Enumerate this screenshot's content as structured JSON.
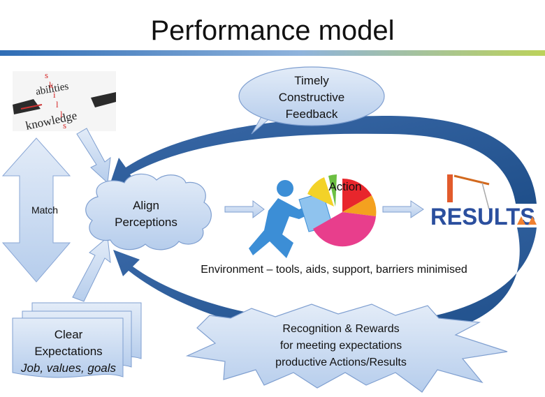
{
  "title": "Performance model",
  "skills_image": {
    "words": [
      "abilities",
      "knowledge",
      "skills"
    ]
  },
  "match": {
    "label": "Match"
  },
  "align": {
    "lines": [
      "Align",
      "Perceptions"
    ]
  },
  "feedback": {
    "lines": [
      "Timely",
      "Constructive",
      "Feedback"
    ]
  },
  "action": {
    "label": "Action"
  },
  "results": {
    "label": "RESULTS"
  },
  "environment": {
    "text": "Environment – tools, aids, support, barriers minimised"
  },
  "expectations": {
    "lines": [
      "Clear",
      "Expectations"
    ],
    "italic": "Job, values, goals"
  },
  "recognition": {
    "lines": [
      "Recognition & Rewards",
      "for meeting expectations",
      "productive Actions/Results"
    ]
  },
  "colors": {
    "shape_fill": "#c6d9f1",
    "shape_stroke": "#7f9fd0",
    "cycle_arrow": "#2e5894",
    "title_bar_left": "#2f6db5",
    "title_bar_right": "#bcd25a"
  }
}
